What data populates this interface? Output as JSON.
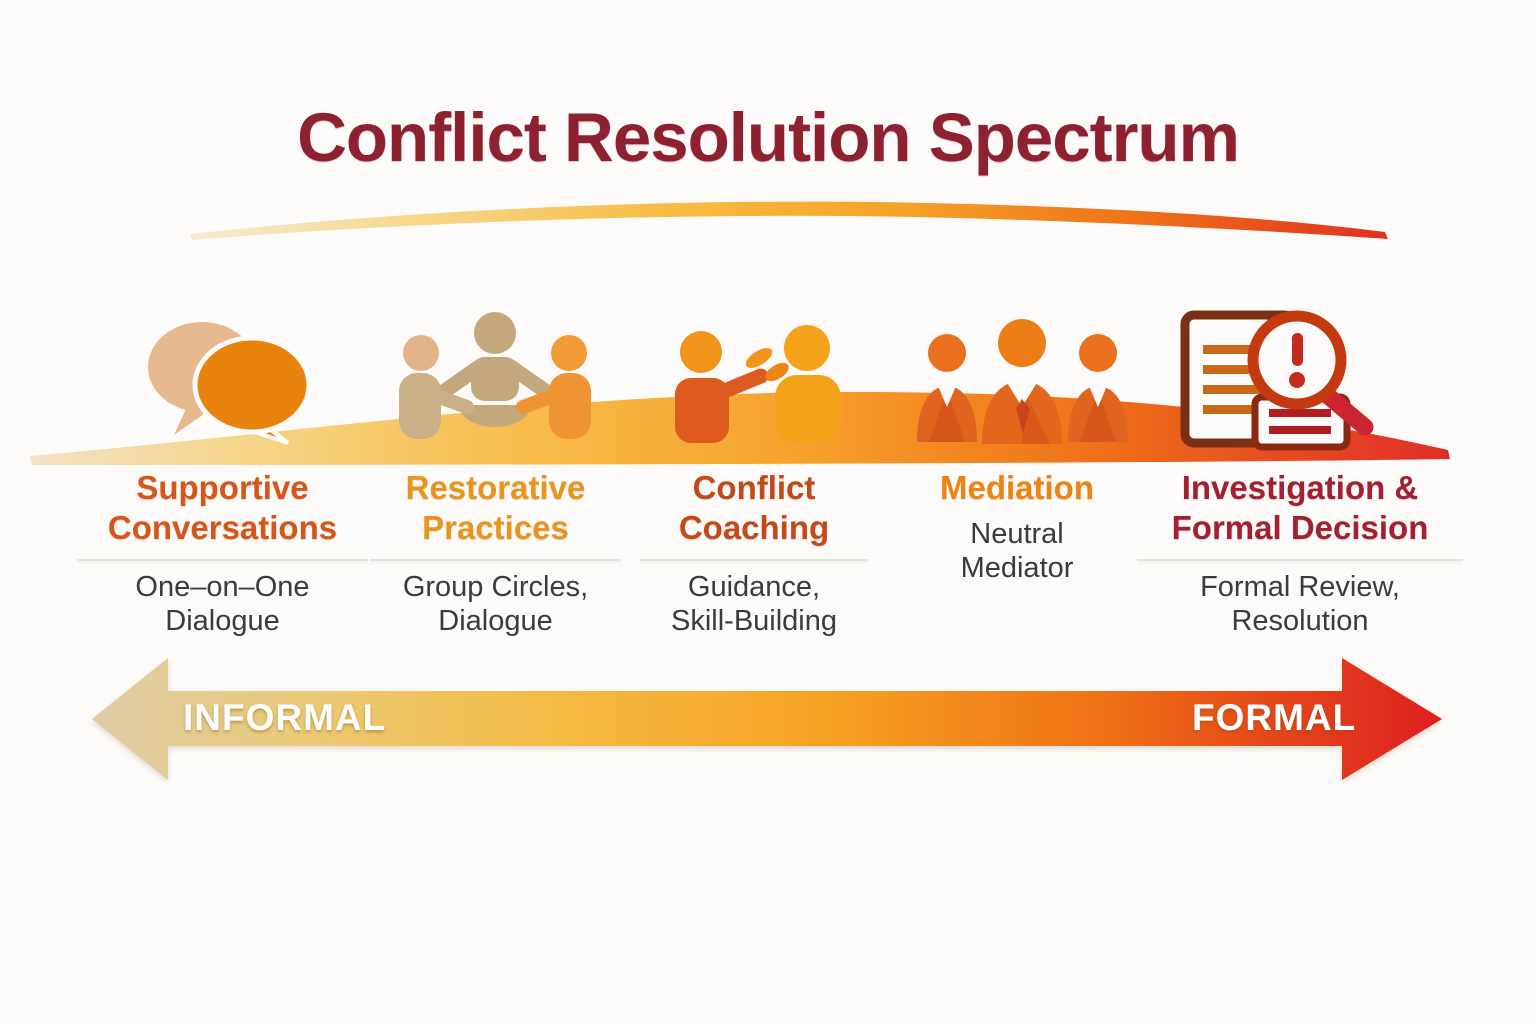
{
  "page": {
    "title": "Conflict Resolution Spectrum",
    "background_color": "#FCFBF9",
    "title_color": "#8E2130"
  },
  "colors": {
    "description_text": "#3B3B3B",
    "divider": "#E6E3DE",
    "axis_label_text": "#FFFFFF",
    "spectrum_gradient": [
      "#DECCA8",
      "#F5BA42",
      "#F6A122",
      "#EE7114",
      "#DD2020"
    ]
  },
  "stages": [
    {
      "name": "Supportive Conversations",
      "title_line1": "Supportive",
      "title_line2": "Conversations",
      "desc_line1": "One–on–One",
      "desc_line2": "Dialogue",
      "title_color": "#D4561B",
      "icon": "speech-bubbles-icon",
      "has_divider": true
    },
    {
      "name": "Restorative Practices",
      "title_line1": "Restorative",
      "title_line2": "Practices",
      "desc_line1": "Group Circles,",
      "desc_line2": "Dialogue",
      "title_color": "#E8941E",
      "icon": "group-circle-icon",
      "has_divider": true
    },
    {
      "name": "Conflict Coaching",
      "title_line1": "Conflict",
      "title_line2": "Coaching",
      "desc_line1": "Guidance,",
      "desc_line2": "Skill-Building",
      "title_color": "#C24A1A",
      "icon": "conflict-coaching-icon",
      "has_divider": true
    },
    {
      "name": "Mediation",
      "title_line1": "Mediation",
      "title_line2": "",
      "desc_line1": "Neutral",
      "desc_line2": "Mediator",
      "title_color": "#EE8310",
      "icon": "mediation-icon",
      "has_divider": false
    },
    {
      "name": "Investigation & Formal Decision",
      "title_line1": "Investigation &",
      "title_line2": "Formal Decision",
      "desc_line1": "Formal Review,",
      "desc_line2": "Resolution",
      "title_color": "#A32033",
      "icon": "investigation-icon",
      "has_divider": true
    }
  ],
  "axis": {
    "left_label": "INFORMAL",
    "right_label": "FORMAL"
  }
}
